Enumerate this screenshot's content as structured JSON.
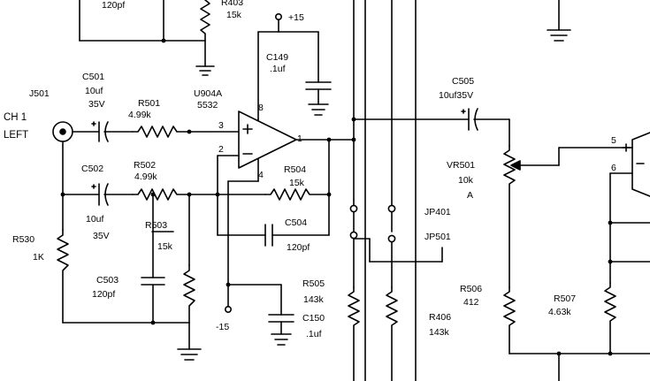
{
  "labels": {
    "r_top_name": "R403",
    "r_top_value": "15k",
    "cap_top": "120pf",
    "plus15": "+15",
    "c149": "C149",
    "c149_value": ".1uf",
    "j501": "J501",
    "ch1": "CH 1",
    "left": "LEFT",
    "c501": "C501",
    "c501_value": "10uf",
    "c501_voltage": "35V",
    "r501": "R501",
    "r501_value": "4.99k",
    "u904a": "U904A",
    "u904a_part": "5532",
    "pin8": "8",
    "pin3": "3",
    "pin2": "2",
    "pin4": "4",
    "pin1": "1",
    "c502": "C502",
    "r502": "R502",
    "r502_value": "4.99k",
    "r504": "R504",
    "r504_value": "15k",
    "c502_value": "10uf",
    "c502_voltage": "35V",
    "r503": "R503",
    "r503_value": "15k",
    "c504": "C504",
    "c504_value": "120pf",
    "r530": "R530",
    "r530_value": "1K",
    "c503": "C503",
    "c503_value": "120pf",
    "r505": "R505",
    "r505_value": "143k",
    "c150": "C150",
    "c150_value": ".1uf",
    "minus15": "-15",
    "c505": "C505",
    "c505_value": "10uf35V",
    "vr501": "VR501",
    "vr501_value": "10k",
    "vr501_taper": "A",
    "jp401": "JP401",
    "jp501": "JP501",
    "r506": "R506",
    "r506_value": "412",
    "r406": "R406",
    "r406_value": "143k",
    "r507": "R507",
    "r507_value": "4.63k",
    "pin5": "5",
    "pin6": "6"
  }
}
